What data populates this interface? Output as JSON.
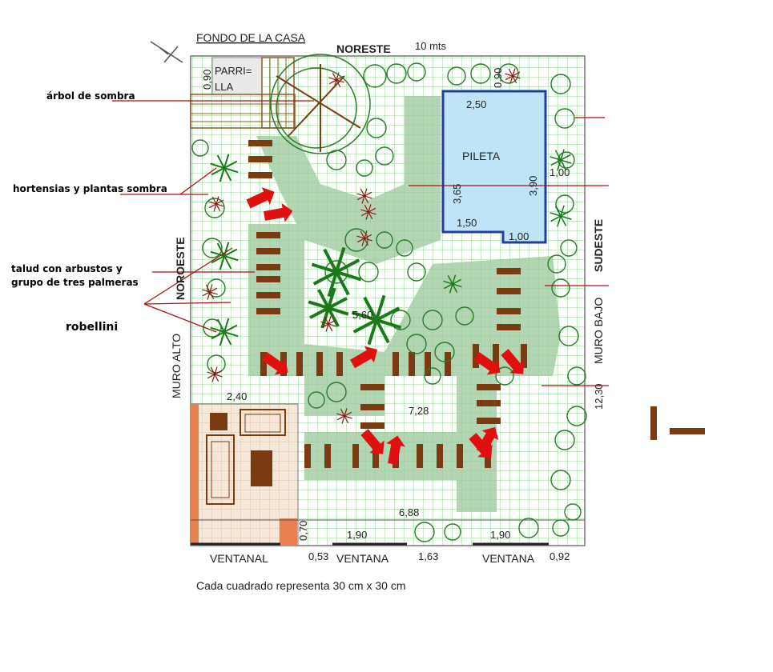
{
  "plan": {
    "title": "FONDO DE LA CASA",
    "scale_note": "Cada cuadrado representa 30 cm x 30 cm",
    "compass": {
      "north_east": "NORESTE",
      "south_east": "SUDESTE",
      "north_west": "NOROESTE"
    },
    "walls": {
      "high": "MURO ALTO",
      "low": "MURO BAJO"
    },
    "top_length": "10 mts",
    "grill": {
      "line1": "PARRI=",
      "line2": "LLA",
      "size": "0,90"
    },
    "pool": {
      "label": "PILETA",
      "width_top": "2,50",
      "length_left": "3,65",
      "length_right": "3,90",
      "step_width": "1,50",
      "step_offset": "1,00",
      "side_offset": "1,00"
    },
    "dimensions": {
      "center_large": "5,60",
      "center_small": "7,28",
      "terrace_width": "2,40",
      "bottom_run": "6,88",
      "bottom_step": "0,70",
      "right_side": "12,30",
      "window_1": "1,90",
      "window_2": "1,90",
      "gap_1": "0,53",
      "gap_2": "1,63",
      "gap_3": "0,92"
    },
    "openings": {
      "big_window": "VENTANAL",
      "window_a": "VENTANA",
      "window_b": "VENTANA"
    }
  },
  "annotations": {
    "shade_tree": "árbol de sombra",
    "hydrangeas": "hortensias y plantas sombra",
    "slope_line1": "talud con arbustos y",
    "slope_line2": "grupo de tres palmeras",
    "robellini": "robellini"
  },
  "colors": {
    "grid": "#8fd68f",
    "grass": "#9bc79b",
    "pool": "#bfe3f7",
    "pool_border": "#1f3fa0",
    "paver": "#7a3b12",
    "leader": "#aa1111",
    "arrow": "#e01010",
    "tree": "#2a7a2a",
    "palm": "#1a7a1a",
    "brown": "#7a3b12"
  }
}
